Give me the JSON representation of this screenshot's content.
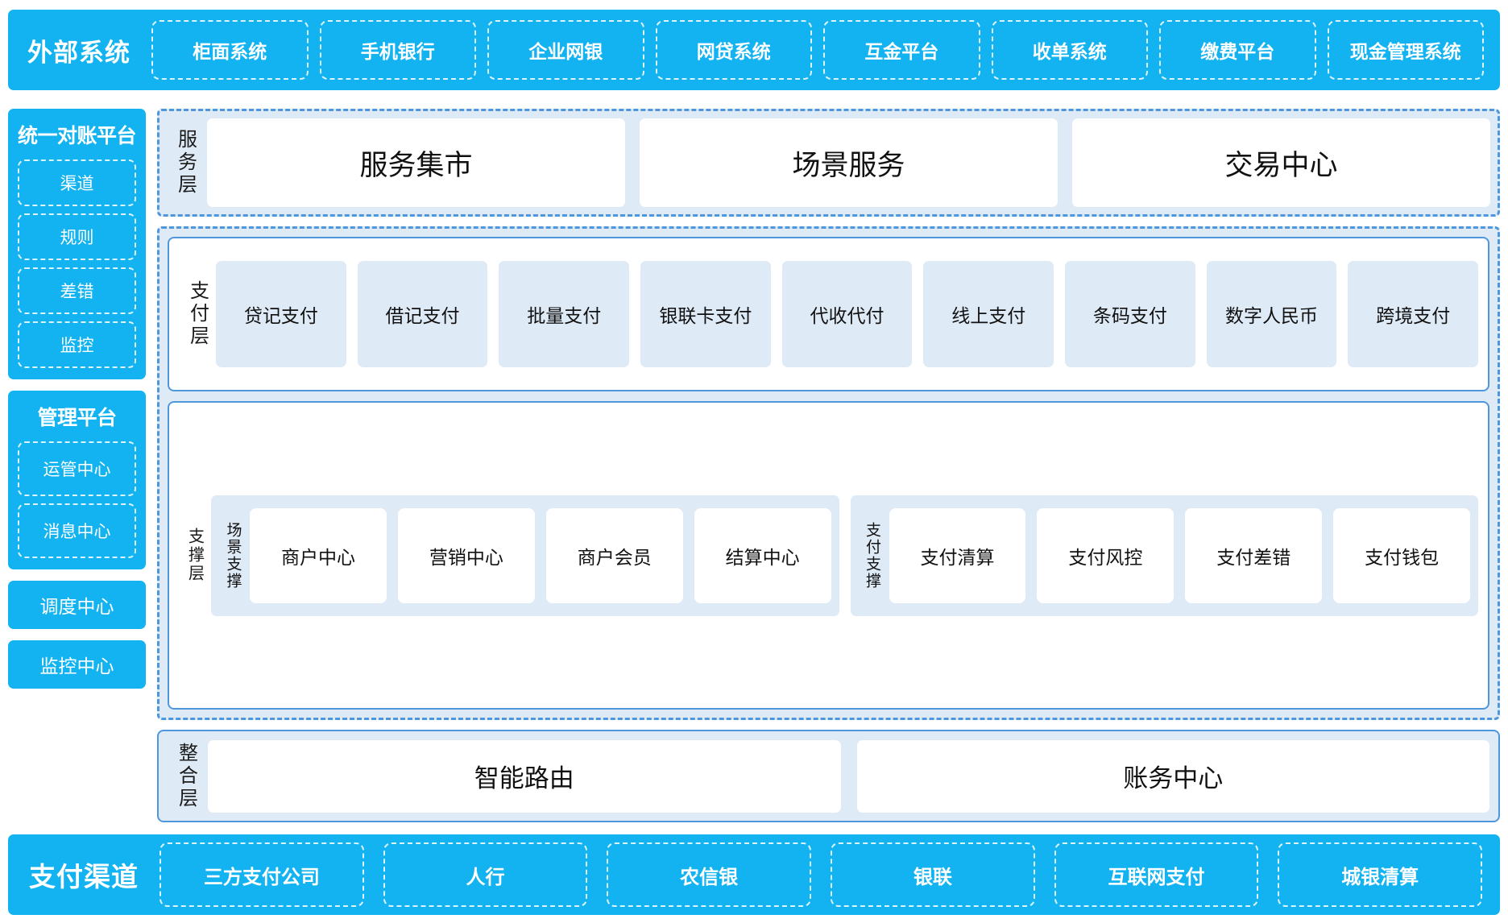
{
  "top_bar": {
    "title": "外部系统",
    "items": [
      {
        "label": "柜面系统"
      },
      {
        "label": "手机银行"
      },
      {
        "label": "企业网银"
      },
      {
        "label": "网贷系统"
      },
      {
        "label": "互金平台"
      },
      {
        "label": "收单系统"
      },
      {
        "label": "缴费平台"
      },
      {
        "label": "现金管理系统"
      }
    ]
  },
  "sidebar": {
    "panels": [
      {
        "title": "统一对账平台",
        "items": [
          {
            "label": "渠道"
          },
          {
            "label": "规则"
          },
          {
            "label": "差错"
          },
          {
            "label": "监控"
          }
        ]
      },
      {
        "title": "管理平台",
        "items": [
          {
            "label": "运管中心"
          },
          {
            "label": "消息中心"
          }
        ]
      }
    ],
    "standalone": [
      {
        "label": "调度中心"
      },
      {
        "label": "监控中心"
      }
    ]
  },
  "service_layer": {
    "label": "服务层",
    "cards": [
      {
        "label": "服务集市"
      },
      {
        "label": "场景服务"
      },
      {
        "label": "交易中心"
      }
    ]
  },
  "payment_layer": {
    "label": "支付层",
    "tiles": [
      {
        "label": "贷记支付"
      },
      {
        "label": "借记支付"
      },
      {
        "label": "批量支付"
      },
      {
        "label": "银联卡支付"
      },
      {
        "label": "代收代付"
      },
      {
        "label": "线上支付"
      },
      {
        "label": "条码支付"
      },
      {
        "label": "数字人民币"
      },
      {
        "label": "跨境支付"
      }
    ]
  },
  "support_layer": {
    "label": "支撑层",
    "groups": [
      {
        "label": "场景支撑",
        "cards": [
          {
            "label": "商户中心"
          },
          {
            "label": "营销中心"
          },
          {
            "label": "商户会员"
          },
          {
            "label": "结算中心"
          }
        ]
      },
      {
        "label": "支付支撑",
        "cards": [
          {
            "label": "支付清算"
          },
          {
            "label": "支付风控"
          },
          {
            "label": "支付差错"
          },
          {
            "label": "支付钱包"
          }
        ]
      }
    ]
  },
  "integration_layer": {
    "label": "整合层",
    "cards": [
      {
        "label": "智能路由"
      },
      {
        "label": "账务中心"
      }
    ]
  },
  "bottom_bar": {
    "title": "支付渠道",
    "items": [
      {
        "label": "三方支付公司"
      },
      {
        "label": "人行"
      },
      {
        "label": "农信银"
      },
      {
        "label": "银联"
      },
      {
        "label": "互联网支付"
      },
      {
        "label": "城银清算"
      }
    ]
  },
  "colors": {
    "brand_cyan": "#12b3f0",
    "panel_blue": "#dfeaf7",
    "border_blue": "#4f97dd",
    "card_white": "#ffffff"
  }
}
